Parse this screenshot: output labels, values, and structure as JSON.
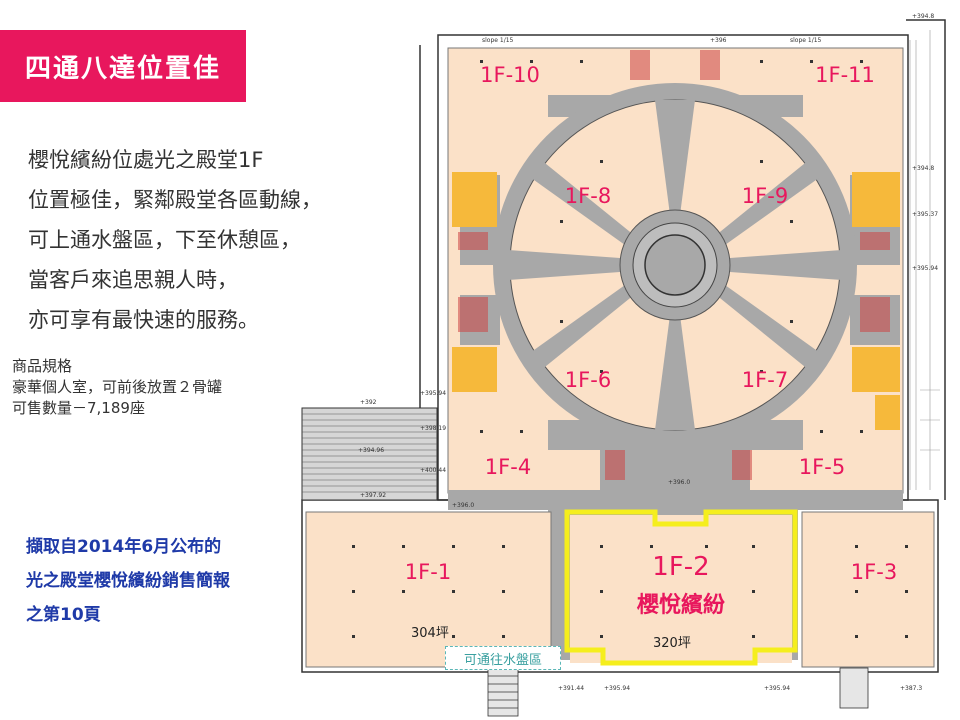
{
  "title": "四通八達位置佳",
  "intro_lines": [
    "櫻悅繽紛位處光之殿堂1F",
    "位置極佳，緊鄰殿堂各區動線，",
    "可上通水盤區，下至休憩區，",
    "當客戶來追思親人時，",
    "亦可享有最快速的服務。"
  ],
  "spec": {
    "heading": "商品規格",
    "line1": "豪華個人室，可前後放置２骨罐",
    "line2": "可售數量－7,189座"
  },
  "source_lines": [
    "擷取自2014年6月公布的",
    "光之殿堂櫻悅繽紛銷售簡報",
    "之第10頁"
  ],
  "floorplan": {
    "zones": {
      "z10": "1F-10",
      "z11": "1F-11",
      "z8": "1F-8",
      "z9": "1F-9",
      "z6": "1F-6",
      "z7": "1F-7",
      "z4": "1F-4",
      "z5": "1F-5",
      "z1": "1F-1",
      "z2": "1F-2",
      "z2_name": "櫻悅繽紛",
      "z3": "1F-3"
    },
    "area_left": "304坪",
    "area_center": "320坪",
    "callout": "可通往水盤區",
    "dims": {
      "d1": "+394.8",
      "d2": "+394.8",
      "d3": "+395.94",
      "d4": "+392",
      "d5": "+394.96",
      "d6": "+397.92",
      "d7": "+396.0",
      "d8": "+396.0",
      "d9": "+391.44",
      "d10": "+395.94",
      "d11": "+395.94",
      "d12": "+387.3",
      "d13": "+395.37",
      "d14": "+395.94",
      "d15": "+400.44",
      "d16": "+398.19",
      "d17": "slope 1/15",
      "d18": "slope 1/15",
      "d19": "+396"
    }
  },
  "colors": {
    "title_bg": "#e8175d",
    "zone_fill": "#fbe1c8",
    "corridor": "#a8a8a8",
    "highlight": "#f5ee1d",
    "orange": "#f6b93b",
    "zone_text": "#e8175d",
    "source_text": "#1f3aa8"
  }
}
